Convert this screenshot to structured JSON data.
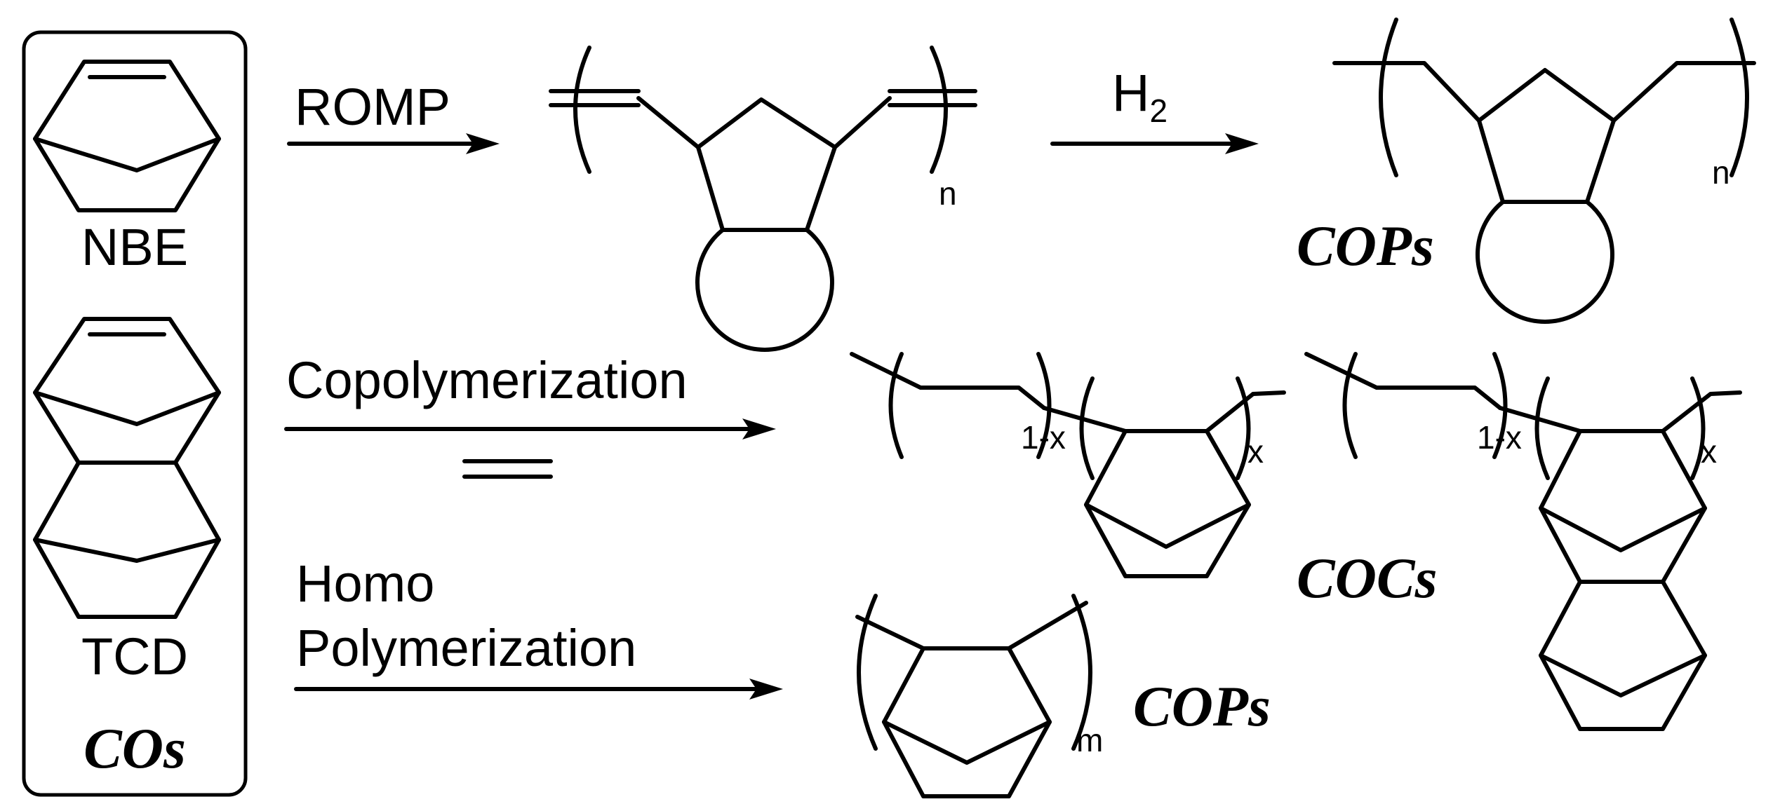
{
  "monomers": {
    "nbe_label": "NBE",
    "tcd_label": "TCD",
    "group_label": "COs"
  },
  "reactions": {
    "romp_label": "ROMP",
    "h2_main": "H",
    "h2_sub": "2",
    "copolymerization_label": "Copolymerization",
    "homo_line1": "Homo",
    "homo_line2": "Polymerization"
  },
  "products": {
    "romp_repeat": "n",
    "hydrogenated_repeat": "n",
    "hydrogenated_label": "COPs",
    "coc_ethylene_repeat": "1-x",
    "coc_cyclic_repeat": "x",
    "coc_tcd_ethylene_repeat": "1-x",
    "coc_tcd_cyclic_repeat": "x",
    "coc_label": "COCs",
    "homo_repeat": "m",
    "homo_label": "COPs"
  }
}
